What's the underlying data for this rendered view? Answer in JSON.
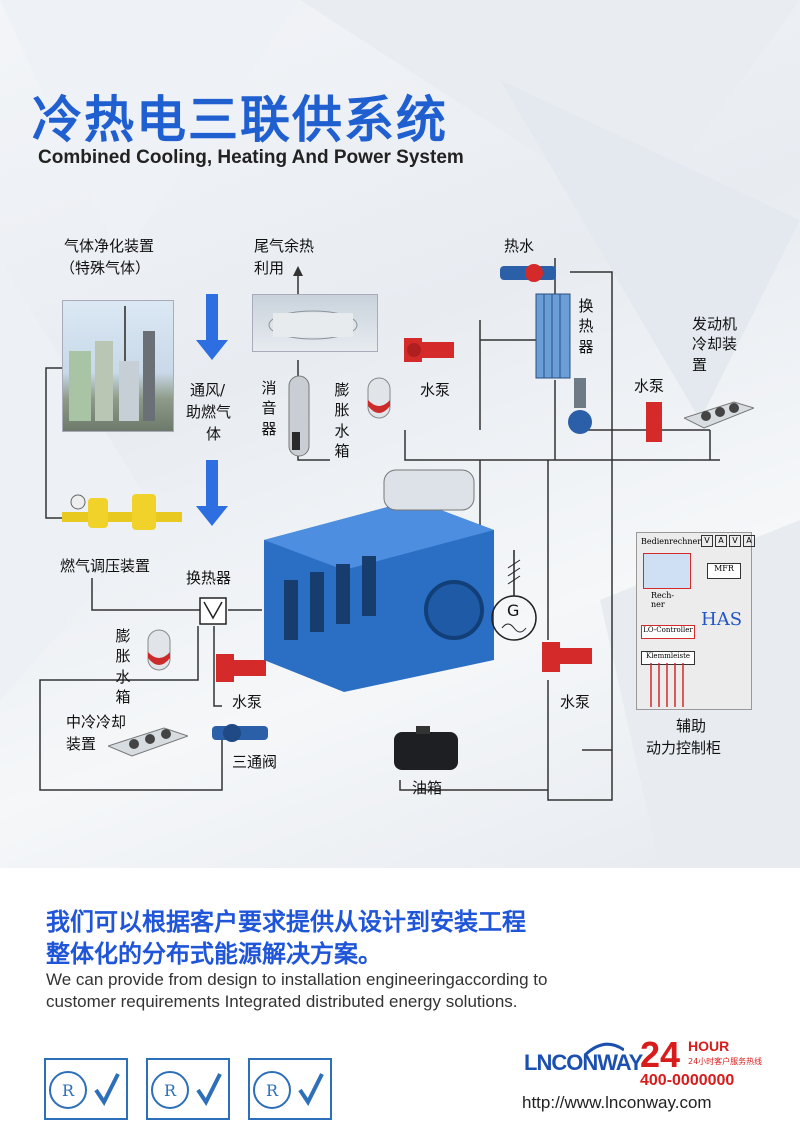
{
  "title_cn": "冷热电三联供系统",
  "title_en": "Combined Cooling, Heating And Power System",
  "labels": {
    "gas_purifier": "气体净化装置",
    "special_gas": "（特殊气体）",
    "exhaust_heat": "尾气余热",
    "exhaust_use": "利用",
    "hot_water": "热水",
    "heat_exchanger_right": "换热器",
    "engine_cooler": "发动机冷却装置",
    "pump_right": "水泵",
    "pump_top": "水泵",
    "silencer": "消音器",
    "expansion_tank_top": "膨胀水箱",
    "ventilation": "通风/",
    "ventilation2": "助燃气",
    "ventilation3": "体",
    "gas_regulator": "燃气调压装置",
    "heat_exchanger_left": "换热器",
    "expansion_tank_left": "膨胀水箱",
    "pump_left": "水泵",
    "intercooler": "中冷冷却",
    "intercooler2": "装置",
    "three_way_valve": "三通阀",
    "fuel_tank": "油箱",
    "pump_bottom_right": "水泵",
    "aux_cabinet": "辅助",
    "aux_cabinet2": "动力控制柜",
    "generator_symbol": "G"
  },
  "panel": {
    "bedienrechner": "Bedienrechner",
    "meters": [
      "V",
      "A",
      "V",
      "A"
    ],
    "mfr": "MFR",
    "rechner": "Rech-ner",
    "lo_controller": "LO-Controller",
    "klemmleiste": "Klemmleiste",
    "has": "HAS"
  },
  "slogan_cn_1": "我们可以根据客户要求提供从设计到安装工程",
  "slogan_cn_2": "整体化的分布式能源解决方案。",
  "slogan_en_1": "We can provide from design to installation engineeringaccording to",
  "slogan_en_2": "customer requirements Integrated distributed energy solutions.",
  "brand": "LNCONWAY",
  "hours_big": "24",
  "hours_word": "HOUR",
  "hours_sub": "24小时客户服务热线",
  "phone": "400-0000000",
  "url": "http://www.lnconway.com",
  "colors": {
    "title_blue": "#1f5fd0",
    "pump_red": "#d42a2a",
    "engine_blue": "#2a6fc4",
    "accent_red": "#d81b1b"
  }
}
